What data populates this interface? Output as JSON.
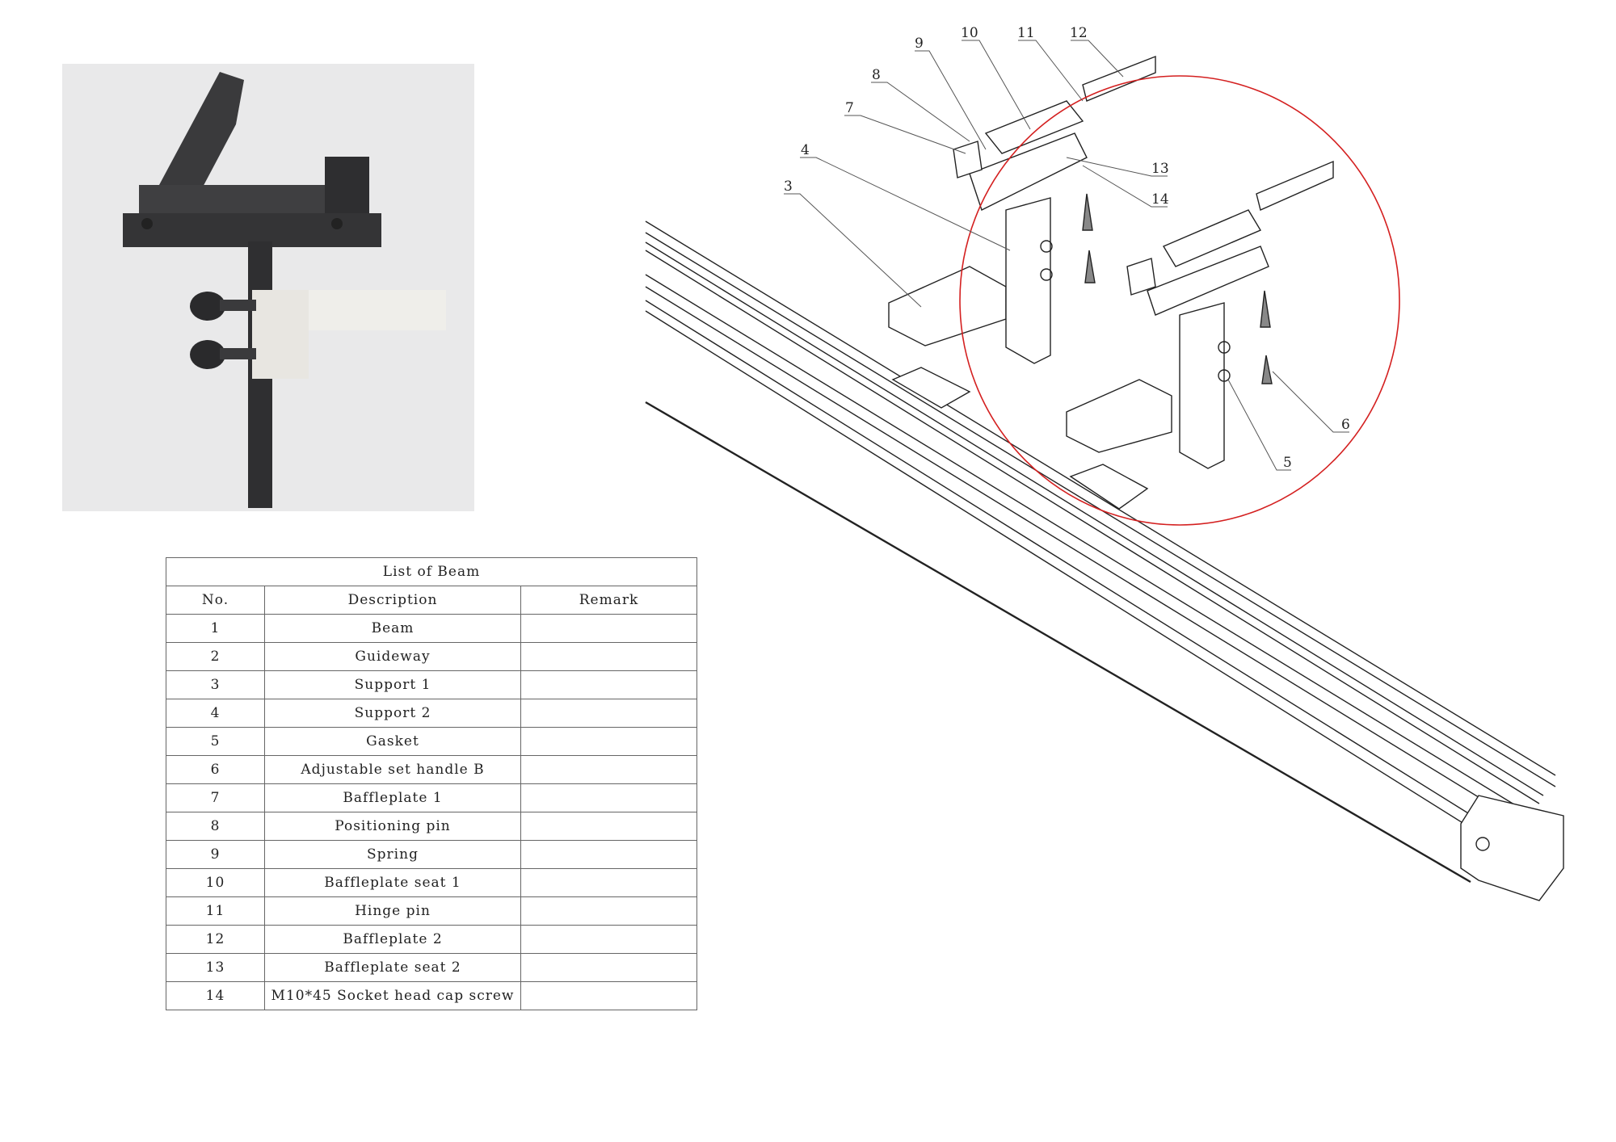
{
  "table": {
    "title": "List of Beam",
    "headers": {
      "no": "No.",
      "description": "Description",
      "remark": "Remark"
    },
    "rows": [
      {
        "no": "1",
        "description": "Beam",
        "remark": ""
      },
      {
        "no": "2",
        "description": "Guideway",
        "remark": ""
      },
      {
        "no": "3",
        "description": "Support 1",
        "remark": ""
      },
      {
        "no": "4",
        "description": "Support 2",
        "remark": ""
      },
      {
        "no": "5",
        "description": "Gasket",
        "remark": ""
      },
      {
        "no": "6",
        "description": "Adjustable set handle B",
        "remark": ""
      },
      {
        "no": "7",
        "description": "Baffleplate 1",
        "remark": ""
      },
      {
        "no": "8",
        "description": "Positioning pin",
        "remark": ""
      },
      {
        "no": "9",
        "description": "Spring",
        "remark": ""
      },
      {
        "no": "10",
        "description": "Baffleplate seat 1",
        "remark": ""
      },
      {
        "no": "11",
        "description": "Hinge pin",
        "remark": ""
      },
      {
        "no": "12",
        "description": "Baffleplate 2",
        "remark": ""
      },
      {
        "no": "13",
        "description": "Baffleplate seat 2",
        "remark": ""
      },
      {
        "no": "14",
        "description": "M10*45 Socket head cap screw",
        "remark": ""
      }
    ]
  },
  "drawing": {
    "callouts": [
      "3",
      "4",
      "7",
      "8",
      "9",
      "10",
      "11",
      "12",
      "13",
      "14",
      "5",
      "6"
    ],
    "highlight_color": "#d42020"
  }
}
